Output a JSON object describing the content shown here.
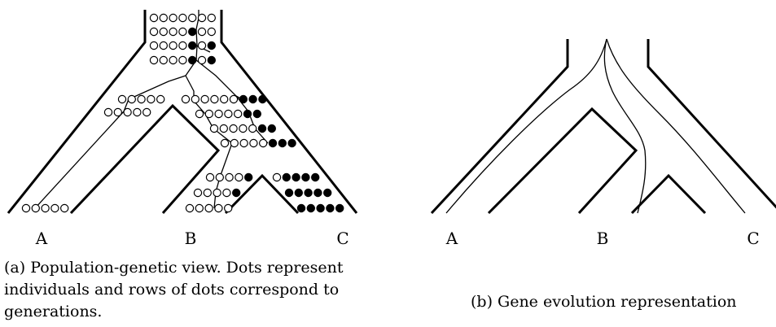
{
  "panel_a": {
    "labels": [
      "A",
      "B",
      "C"
    ],
    "caption": "(a) Population-genetic view. Dots represent individuals and rows of dots correspond to generations."
  },
  "panel_b": {
    "labels": [
      "A",
      "B",
      "C"
    ],
    "caption": "(b) Gene evolution representation"
  },
  "colors": {
    "ink": "#000000",
    "background": "#ffffff"
  }
}
